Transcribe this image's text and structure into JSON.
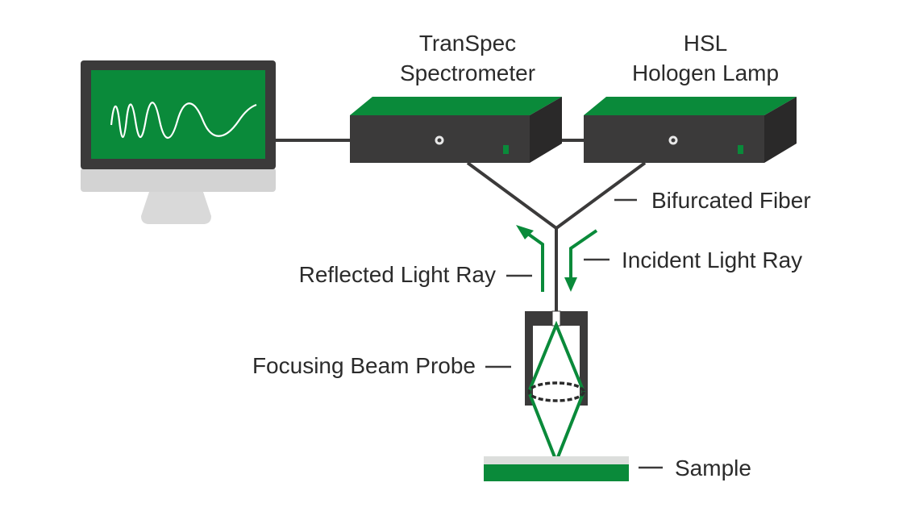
{
  "devices": {
    "spectrometer": {
      "name": "TranSpec",
      "subtitle": "Spectrometer"
    },
    "lamp": {
      "name": "HSL",
      "subtitle": "Hologen Lamp"
    }
  },
  "labels": {
    "fiber": "Bifurcated Fiber",
    "incident": "Incident Light Ray",
    "reflected": "Reflected Light  Ray",
    "probe": "Focusing Beam Probe",
    "sample": "Sample"
  },
  "colors": {
    "accent_green": "#0a8a3a",
    "device_body": "#3b3a3a",
    "device_side": "#2a2929",
    "monitor_stand": "#d9d9d9",
    "sample_top": "#dcdedc",
    "text": "#2b2b2b"
  }
}
